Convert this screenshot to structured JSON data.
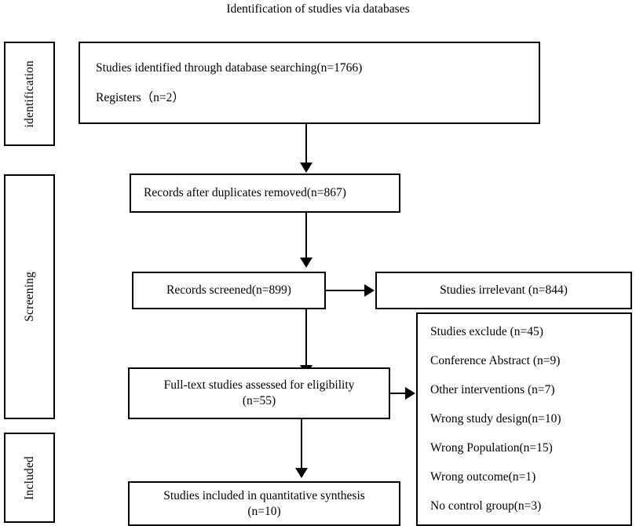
{
  "title": "Identification of studies via databases",
  "stages": [
    {
      "label": "identification"
    },
    {
      "label": "Screening"
    },
    {
      "label": "Included"
    }
  ],
  "boxes": {
    "identified": {
      "line1": "Studies identified through database searching(n=1766)",
      "line2": "Registers（n=2）"
    },
    "duplicates_removed": {
      "line1": "Records after duplicates removed(n=867)"
    },
    "records_screened": {
      "line1": "Records screened(n=899)"
    },
    "studies_irrelevant": {
      "line1": "Studies irrelevant (n=844)"
    },
    "full_text_assessed": {
      "line1": "Full-text studies assessed for eligibility",
      "line2": "(n=55)"
    },
    "included_synthesis": {
      "line1": "Studies included in quantitative synthesis",
      "line2": "(n=10)"
    },
    "exclusions": {
      "items": [
        "Studies exclude (n=45)",
        "Conference Abstract (n=9)",
        "Other interventions (n=7)",
        "Wrong study design(n=10)",
        "Wrong Population(n=15)",
        "Wrong outcome(n=1)",
        "No control group(n=3)"
      ]
    }
  },
  "colors": {
    "border": "#000000",
    "background": "#ffffff",
    "text": "#000000"
  }
}
